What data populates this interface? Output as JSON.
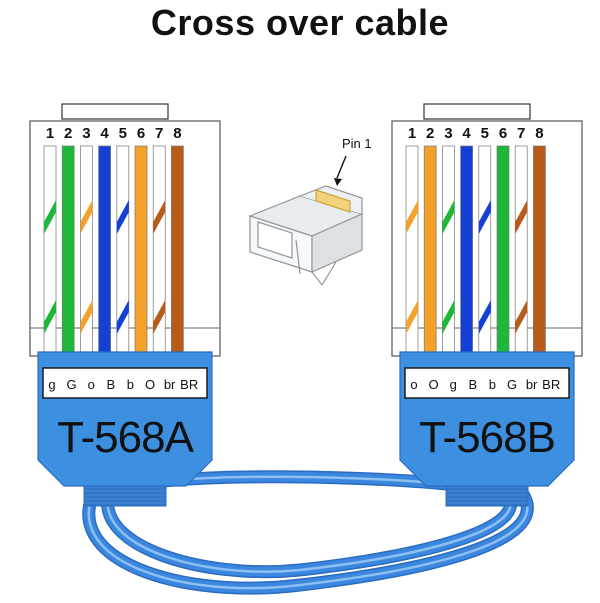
{
  "title": "Cross over cable",
  "pin1_label": "Pin 1",
  "colors": {
    "white": "#ffffff",
    "green": "#1db83a",
    "orange": "#f4a12a",
    "blue": "#1540d6",
    "brown": "#b85a18",
    "boot": "#3d8fe0",
    "cable": "#3b86de"
  },
  "connectors": [
    {
      "standard": "T-568A",
      "pin_numbers": [
        "1",
        "2",
        "3",
        "4",
        "5",
        "6",
        "7",
        "8"
      ],
      "codes": [
        "g",
        "G",
        "o",
        "B",
        "b",
        "O",
        "br",
        "BR"
      ],
      "wires": [
        {
          "base": "white",
          "stripe": "green"
        },
        {
          "base": "green",
          "stripe": null
        },
        {
          "base": "white",
          "stripe": "orange"
        },
        {
          "base": "blue",
          "stripe": null
        },
        {
          "base": "white",
          "stripe": "blue"
        },
        {
          "base": "orange",
          "stripe": null
        },
        {
          "base": "white",
          "stripe": "brown"
        },
        {
          "base": "brown",
          "stripe": null
        }
      ]
    },
    {
      "standard": "T-568B",
      "pin_numbers": [
        "1",
        "2",
        "3",
        "4",
        "5",
        "6",
        "7",
        "8"
      ],
      "codes": [
        "o",
        "O",
        "g",
        "B",
        "b",
        "G",
        "br",
        "BR"
      ],
      "wires": [
        {
          "base": "white",
          "stripe": "orange"
        },
        {
          "base": "orange",
          "stripe": null
        },
        {
          "base": "white",
          "stripe": "green"
        },
        {
          "base": "blue",
          "stripe": null
        },
        {
          "base": "white",
          "stripe": "blue"
        },
        {
          "base": "green",
          "stripe": null
        },
        {
          "base": "white",
          "stripe": "brown"
        },
        {
          "base": "brown",
          "stripe": null
        }
      ]
    }
  ]
}
